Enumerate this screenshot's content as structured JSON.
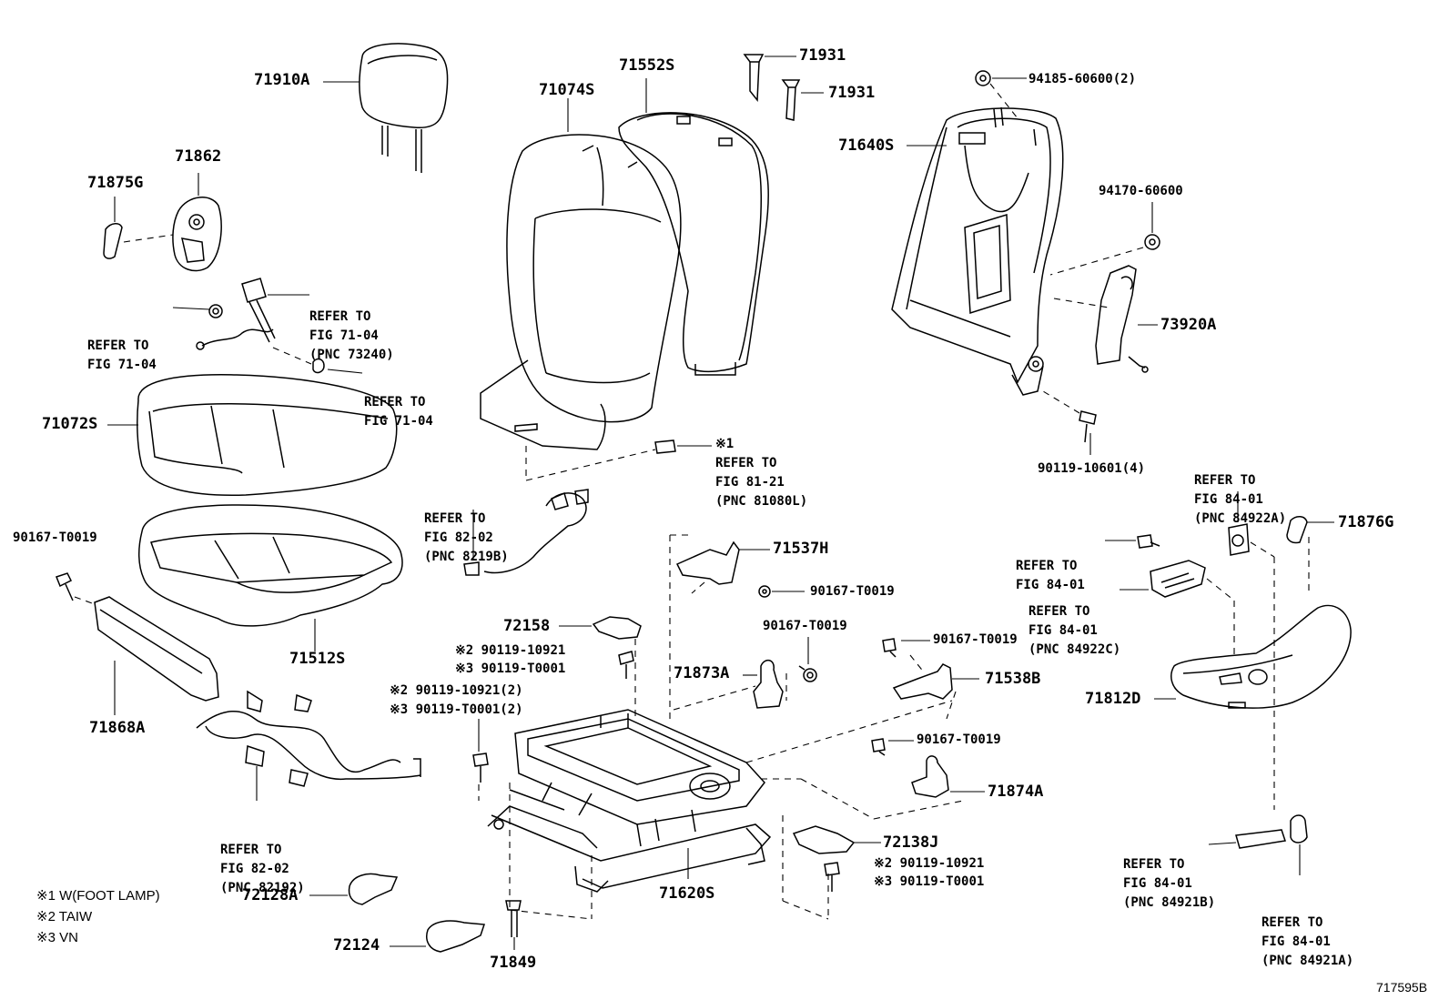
{
  "callouts": [
    {
      "id": "71910A",
      "text": "71910A"
    },
    {
      "id": "71862",
      "text": "71862"
    },
    {
      "id": "71875G",
      "text": "71875G"
    },
    {
      "id": "71074S",
      "text": "71074S"
    },
    {
      "id": "71552S",
      "text": "71552S"
    },
    {
      "id": "71931a",
      "text": "71931"
    },
    {
      "id": "71931b",
      "text": "71931"
    },
    {
      "id": "94185",
      "text": "94185-60600(2)"
    },
    {
      "id": "71640S",
      "text": "71640S"
    },
    {
      "id": "94170",
      "text": "94170-60600"
    },
    {
      "id": "73920A",
      "text": "73920A"
    },
    {
      "id": "90119_10601",
      "text": "90119-10601(4)"
    },
    {
      "id": "71072S",
      "text": "71072S"
    },
    {
      "id": "90167_left",
      "text": "90167-T0019"
    },
    {
      "id": "71512S",
      "text": "71512S"
    },
    {
      "id": "71868A",
      "text": "71868A"
    },
    {
      "id": "71537H",
      "text": "71537H"
    },
    {
      "id": "90167_a",
      "text": "90167-T0019"
    },
    {
      "id": "90167_b",
      "text": "90167-T0019"
    },
    {
      "id": "90167_c",
      "text": "90167-T0019"
    },
    {
      "id": "90167_d",
      "text": "90167-T0019"
    },
    {
      "id": "72158",
      "text": "72158"
    },
    {
      "id": "71873A",
      "text": "71873A"
    },
    {
      "id": "71538B",
      "text": "71538B"
    },
    {
      "id": "71874A",
      "text": "71874A"
    },
    {
      "id": "72138J",
      "text": "72138J"
    },
    {
      "id": "71620S",
      "text": "71620S"
    },
    {
      "id": "72128A",
      "text": "72128A"
    },
    {
      "id": "72124",
      "text": "72124"
    },
    {
      "id": "71849",
      "text": "71849"
    },
    {
      "id": "71876G",
      "text": "71876G"
    },
    {
      "id": "71812D",
      "text": "71812D"
    }
  ],
  "bolt_notes": [
    {
      "id": "n1",
      "text": "※2 90119-10921"
    },
    {
      "id": "n2",
      "text": "※3 90119-T0001"
    },
    {
      "id": "n3",
      "text": "※2 90119-10921(2)"
    },
    {
      "id": "n4",
      "text": "※3 90119-T0001(2)"
    },
    {
      "id": "n5",
      "text": "※2 90119-10921"
    },
    {
      "id": "n6",
      "text": "※3 90119-T0001"
    }
  ],
  "references": [
    {
      "id": "r_belt",
      "lines": [
        "REFER TO",
        "FIG 71-04",
        "(PNC 73240)"
      ]
    },
    {
      "id": "r_anchor",
      "lines": [
        "REFER TO",
        "FIG 71-04"
      ]
    },
    {
      "id": "r_guide",
      "lines": [
        "REFER TO",
        "FIG 71-04"
      ]
    },
    {
      "id": "r_lamp",
      "lines": [
        "※1",
        "REFER TO",
        "FIG 81-21",
        "(PNC 81080L)"
      ]
    },
    {
      "id": "r_harness1",
      "lines": [
        "REFER TO",
        "FIG 82-02",
        "(PNC 8219B)"
      ]
    },
    {
      "id": "r_harness2",
      "lines": [
        "REFER TO",
        "FIG 82-02",
        "(PNC 82192)"
      ]
    },
    {
      "id": "r_sw1",
      "lines": [
        "REFER TO",
        "FIG 84-01",
        "(PNC 84922A)"
      ]
    },
    {
      "id": "r_sw2",
      "lines": [
        "REFER TO",
        "FIG 84-01"
      ]
    },
    {
      "id": "r_sw3",
      "lines": [
        "REFER TO",
        "FIG 84-01",
        "(PNC 84922C)"
      ]
    },
    {
      "id": "r_knob1",
      "lines": [
        "REFER TO",
        "FIG 84-01",
        "(PNC 84921B)"
      ]
    },
    {
      "id": "r_knob2",
      "lines": [
        "REFER TO",
        "FIG 84-01",
        "(PNC 84921A)"
      ]
    }
  ],
  "legend": [
    {
      "id": "l1",
      "text": "※1 W(FOOT LAMP)"
    },
    {
      "id": "l2",
      "text": "※2 TAIW"
    },
    {
      "id": "l3",
      "text": "※3 VN"
    }
  ],
  "figure_number": "717595B"
}
